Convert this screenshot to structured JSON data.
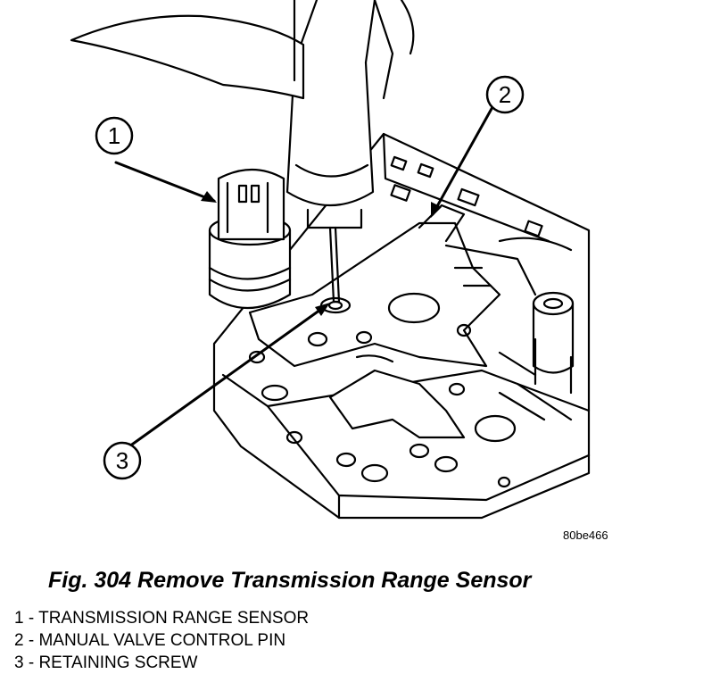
{
  "figure": {
    "id": "80be466",
    "title": "Fig. 304 Remove Transmission Range Sensor",
    "callouts": [
      {
        "number": "1",
        "label": "TRANSMISSION RANGE SENSOR"
      },
      {
        "number": "2",
        "label": "MANUAL VALVE CONTROL PIN"
      },
      {
        "number": "3",
        "label": "RETAINING SCREW"
      }
    ]
  },
  "legend": [
    "1 - TRANSMISSION RANGE SENSOR",
    "2 - MANUAL VALVE CONTROL PIN",
    "3 - RETAINING SCREW"
  ]
}
